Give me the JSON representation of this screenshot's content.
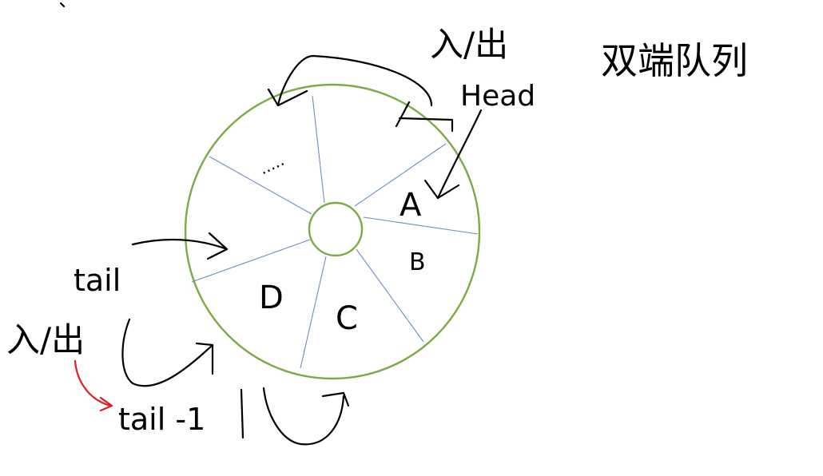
{
  "title": "双端队列",
  "head_label": "Head",
  "head_io_label": "入/出",
  "tail_label": "tail",
  "tail_io_label": "入/出",
  "tail_minus_label": "tail -1",
  "slots": [
    "A",
    "B",
    "C",
    "D",
    "....."
  ],
  "colors": {
    "ring": "#7aab45",
    "spoke": "#6b8fc4",
    "ink": "#000000",
    "arrow_red": "#e02020"
  }
}
